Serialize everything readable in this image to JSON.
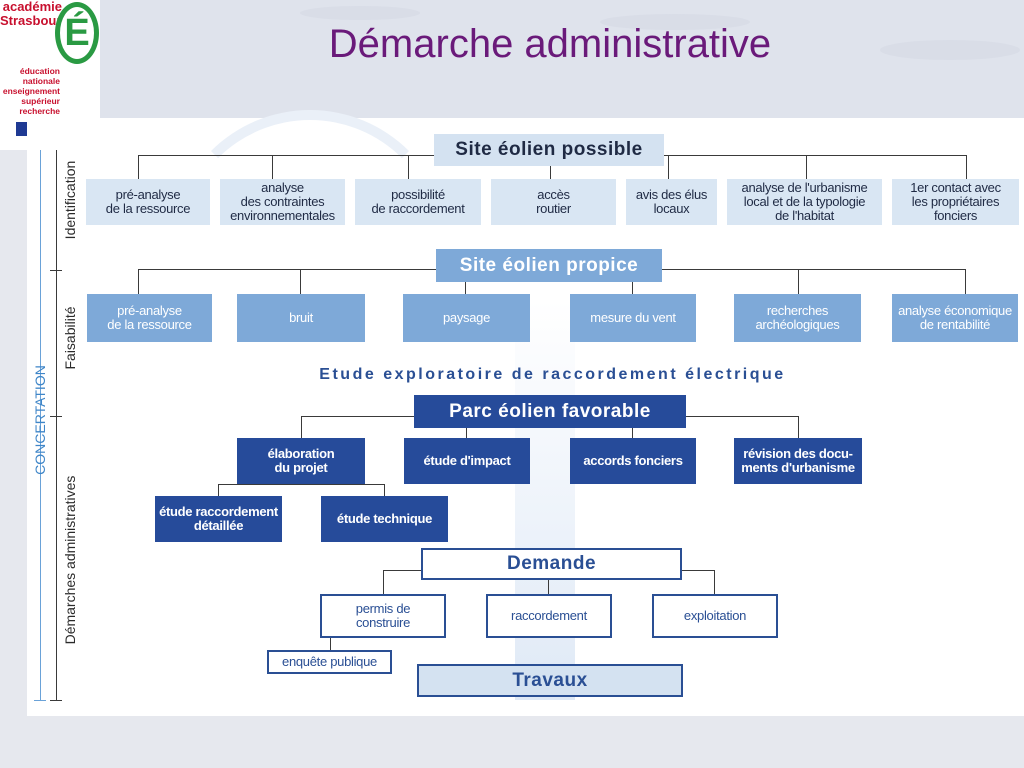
{
  "slide": {
    "title": "Démarche administrative"
  },
  "logo": {
    "top": [
      "académie",
      "Strasbourg"
    ],
    "letter": "É",
    "lines": [
      "éducation",
      "nationale",
      "enseignement",
      "supérieur",
      "recherche"
    ],
    "flag_colors": [
      "#1f3a93",
      "#ffffff",
      "#d7262b"
    ]
  },
  "phases": {
    "identification": "Identification",
    "faisabilite": "Faisabilité",
    "demarches": "Démarches administratives",
    "concertation": "CONCERTATION"
  },
  "diagram": {
    "level1": {
      "header": "Site éolien possible",
      "items": [
        "pré-analyse\nde la ressource",
        "analyse\ndes contraintes\nenvironnementales",
        "possibilité\nde raccordement",
        "accès\nroutier",
        "avis des élus\nlocaux",
        "analyse de l'urbanisme\nlocal et de la typologie\nde l'habitat",
        "1er contact avec\nles propriétaires\nfonciers"
      ]
    },
    "level2": {
      "header": "Site éolien propice",
      "items": [
        "pré-analyse\nde la ressource",
        "bruit",
        "paysage",
        "mesure du vent",
        "recherches\narchéologiques",
        "analyse économique\nde rentabilité"
      ]
    },
    "etude": "Etude exploratoire de raccordement électrique",
    "level3": {
      "header": "Parc éolien favorable",
      "items": [
        "élaboration\ndu projet",
        "étude d'impact",
        "accords fonciers",
        "révision des docu-\nments d'urbanisme"
      ],
      "sub": [
        "étude raccordement\ndétaillée",
        "étude technique"
      ]
    },
    "level4": {
      "header": "Demande",
      "items": [
        "permis de\nconstruire",
        "raccordement",
        "exploitation"
      ],
      "sub": "enquête publique"
    },
    "final": "Travaux"
  }
}
